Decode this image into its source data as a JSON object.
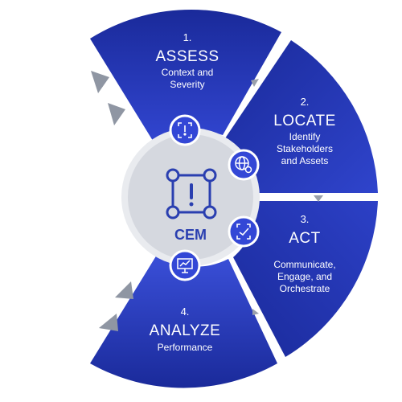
{
  "center": {
    "label": "CEM"
  },
  "steps": [
    {
      "number": "1.",
      "title": "ASSESS",
      "desc": [
        "Context and",
        "Severity"
      ],
      "icon": "alert-scan-icon"
    },
    {
      "number": "2.",
      "title": "LOCATE",
      "desc": [
        "Identify",
        "Stakeholders",
        "and Assets"
      ],
      "icon": "globe-location-icon"
    },
    {
      "number": "3.",
      "title": "ACT",
      "desc": [
        "Communicate,",
        "Engage, and",
        "Orchestrate"
      ],
      "icon": "check-scan-icon"
    },
    {
      "number": "4.",
      "title": "ANALYZE",
      "desc": [
        "Performance"
      ],
      "icon": "presentation-chart-icon"
    }
  ],
  "colors": {
    "segment_dark": "#1a2a9a",
    "segment_light": "#3a4fd8",
    "icon_circle": "#3347d6",
    "center_fill": "#d5d8df",
    "center_ring": "#e9ebef",
    "accent_gray": "#8f96a3",
    "cem_text": "#2a3fb0"
  }
}
